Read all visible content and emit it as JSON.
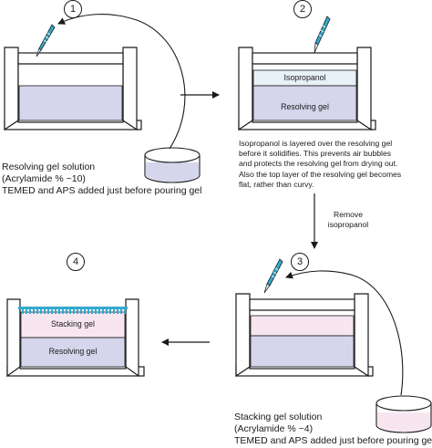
{
  "steps": [
    {
      "number": "1"
    },
    {
      "number": "2"
    },
    {
      "number": "3"
    },
    {
      "number": "4"
    }
  ],
  "step1": {
    "caption_lines": [
      "Resolving gel solution",
      "(Acrylamide % ~10)",
      "TEMED and APS added just before pouring gel"
    ]
  },
  "step2": {
    "top_label": "Isopropanol",
    "bottom_label": "Resolving gel",
    "note_lines": [
      "Isopropanol is layered over the resolving gel",
      "before it solidifies. This prevents air bubbles",
      "and protects the resolving gel from drying out.",
      "Also the top layer of the resolving gel becomes",
      "flat, rather than curvy."
    ]
  },
  "transition": {
    "remove_lines": [
      "Remove",
      "isopropanol"
    ]
  },
  "step3": {
    "caption_lines": [
      "Stacking gel solution",
      "(Acrylamide % ~4)",
      "TEMED and APS added just before pouring gel"
    ]
  },
  "step4": {
    "top_label": "Stacking gel",
    "bottom_label": "Resolving gel"
  },
  "colors": {
    "resolving_gel": "#d5d6ec",
    "stacking_gel": "#f7e6f0",
    "isopropanol": "#e8f0f8",
    "comb": "#35a9cf",
    "stroke": "#1a1a1a"
  }
}
